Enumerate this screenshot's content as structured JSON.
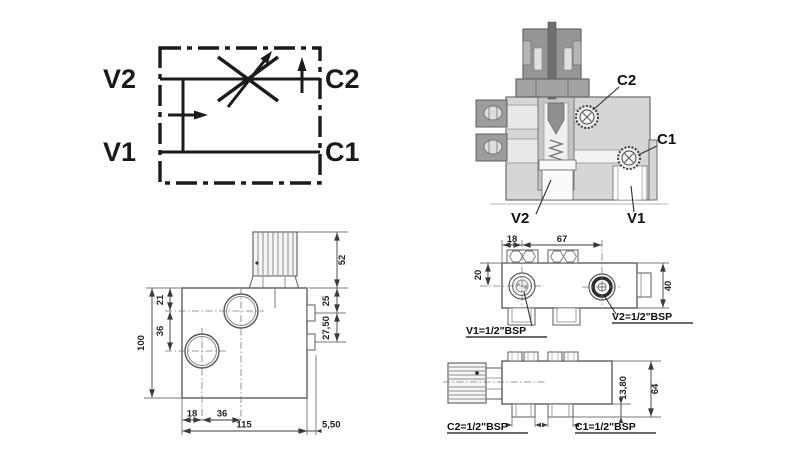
{
  "drawing_title": "flow-control-valve-technical-drawing",
  "colors": {
    "schematic_line": "#1c1c1c",
    "drawing_line": "#5a5a5a",
    "section_body_gray": "#d6d6d6",
    "knob_gray": "#949494",
    "background": "#ffffff"
  },
  "schematic": {
    "port_v2": "V2",
    "port_c2": "C2",
    "port_v1": "V1",
    "port_c1": "C1"
  },
  "section": {
    "label_c2": "C2",
    "label_c1": "C1",
    "label_v2": "V2",
    "label_v1": "V1"
  },
  "front": {
    "dim_knob_height": "52",
    "dim_top_to_hole1": "21",
    "dim_hole_spacing_v": "36",
    "dim_body_height": "100",
    "dim_side_port1": "25",
    "dim_side_port_spacing": "27,50",
    "dim_left_to_hole": "18",
    "dim_hole_spacing_h": "36",
    "dim_body_width": "115",
    "dim_tab_offset": "5,50"
  },
  "top": {
    "dim_left_to_port": "18",
    "dim_port_spacing": "67",
    "dim_top_to_port": "20",
    "dim_body_depth": "40",
    "label_v1": "V1=1/2\"BSP",
    "label_v2": "V2=1/2\"BSP"
  },
  "side": {
    "dim_port_height": "13,80",
    "dim_total_height": "64",
    "label_c2": "C2=1/2\"BSP",
    "label_c1": "C1=1/2\"BSP"
  }
}
